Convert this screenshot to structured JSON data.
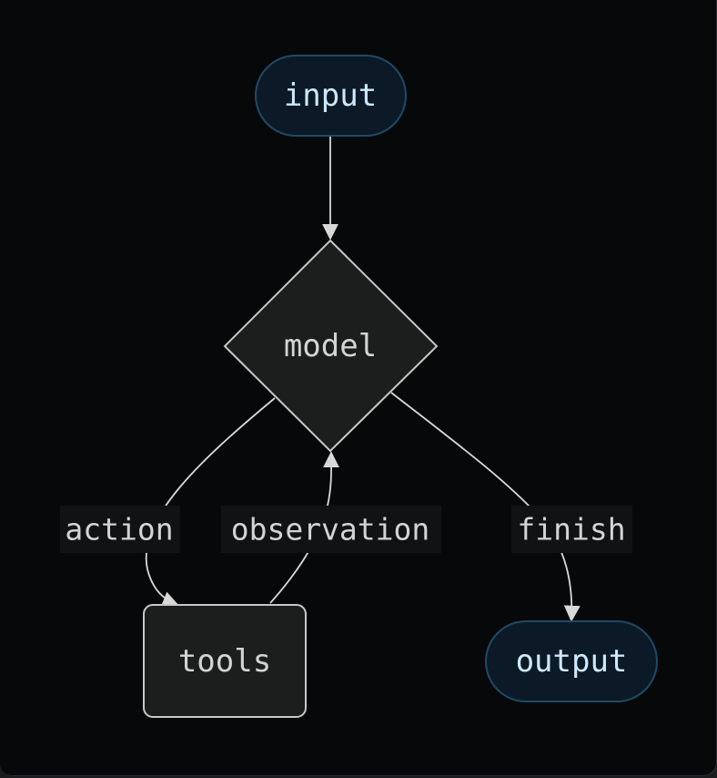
{
  "diagram": {
    "nodes": {
      "input": {
        "label": "input",
        "shape": "stadium"
      },
      "model": {
        "label": "model",
        "shape": "diamond"
      },
      "tools": {
        "label": "tools",
        "shape": "rectangle"
      },
      "output": {
        "label": "output",
        "shape": "stadium"
      }
    },
    "edges": [
      {
        "from": "input",
        "to": "model",
        "label": ""
      },
      {
        "from": "model",
        "to": "tools",
        "label": "action"
      },
      {
        "from": "tools",
        "to": "model",
        "label": "observation"
      },
      {
        "from": "model",
        "to": "output",
        "label": "finish"
      }
    ]
  },
  "colors": {
    "background": "#07080a",
    "terminal_fill": "#0b1a26",
    "terminal_stroke": "#1f4a66",
    "terminal_text": "#cfe8ff",
    "process_fill": "#1c1e1d",
    "process_stroke": "#c8c8c8",
    "process_text": "#d4d4d4",
    "edge_stroke": "#d8d8d8",
    "edge_label_bg": "#101214"
  }
}
